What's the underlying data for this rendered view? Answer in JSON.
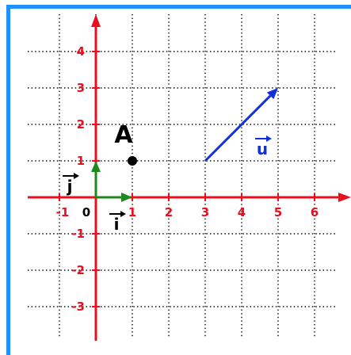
{
  "colors": {
    "frame": "#1e90ff",
    "axis": "#e8101e",
    "grid": "#000000",
    "unit_vector": "#1a8a1a",
    "vector_u": "#1030e0",
    "text": "#000000"
  },
  "diagram": {
    "x_ticks": [
      {
        "value": -1,
        "label": "-1"
      },
      {
        "value": 0,
        "label": "0"
      },
      {
        "value": 1,
        "label": "1"
      },
      {
        "value": 2,
        "label": "2"
      },
      {
        "value": 3,
        "label": "3"
      },
      {
        "value": 4,
        "label": "4"
      },
      {
        "value": 5,
        "label": "5"
      },
      {
        "value": 6,
        "label": "6"
      }
    ],
    "y_ticks": [
      {
        "value": 4,
        "label": "4"
      },
      {
        "value": 3,
        "label": "3"
      },
      {
        "value": 2,
        "label": "2"
      },
      {
        "value": 1,
        "label": "1"
      },
      {
        "value": -1,
        "label": "-1"
      },
      {
        "value": -2,
        "label": "-2"
      },
      {
        "value": -3,
        "label": "-3"
      }
    ],
    "point_a": {
      "x": 1,
      "y": 1,
      "label": "A"
    },
    "vector_i": {
      "from": [
        0,
        0
      ],
      "to": [
        1,
        0
      ],
      "label": "i"
    },
    "vector_j": {
      "from": [
        0,
        0
      ],
      "to": [
        0,
        1
      ],
      "label": "j"
    },
    "vector_u": {
      "from": [
        3,
        1
      ],
      "to": [
        5,
        3
      ],
      "label": "u"
    }
  }
}
